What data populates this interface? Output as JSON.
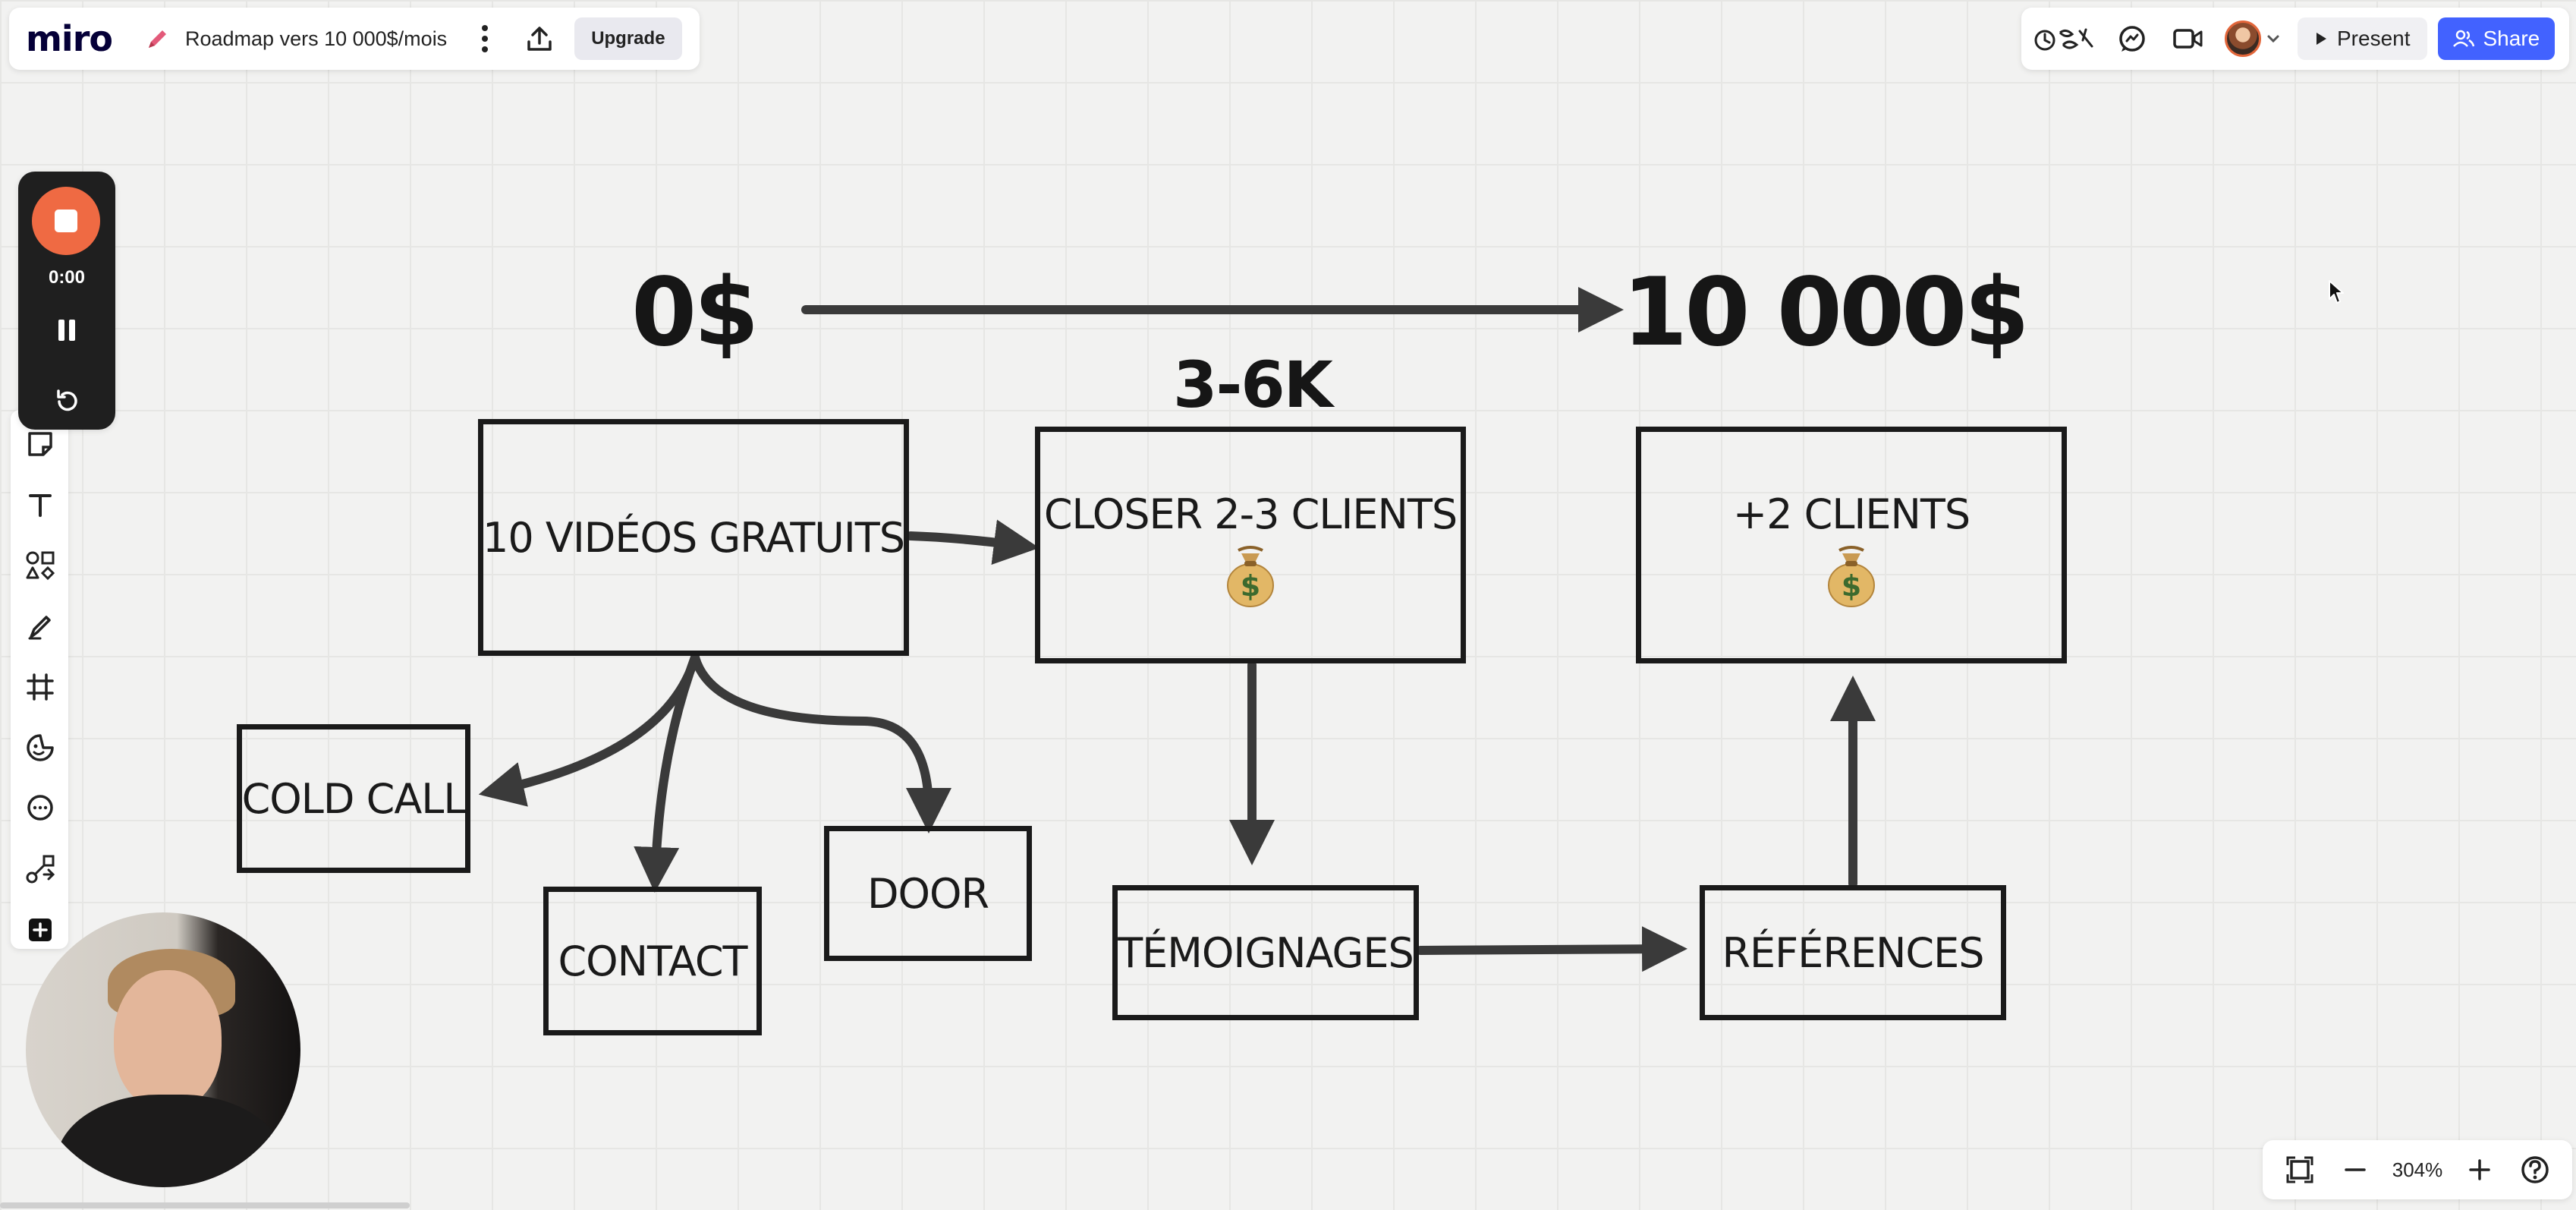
{
  "app": {
    "logo": "miro",
    "board_title": "Roadmap vers 10 000$/mois",
    "upgrade_label": "Upgrade",
    "present_label": "Present",
    "share_label": "Share",
    "reaction_icon": "reactions-icon"
  },
  "recorder": {
    "time": "0:00"
  },
  "zoom": {
    "level": "304%"
  },
  "board": {
    "start_amount": "0$",
    "goal_amount": "10 000$",
    "milestone_amount": "3-6K",
    "nodes": {
      "videos": "10 VIDÉOS GRATUITS",
      "closer": "CLOSER 2-3 CLIENTS",
      "clients": "+2 CLIENTS",
      "cold_call": "COLD CALL",
      "contact": "CONTACT",
      "door": "DOOR",
      "temoignages": "TÉMOIGNAGES",
      "references": "RÉFÉRENCES"
    }
  },
  "colors": {
    "accent": "#4262ff",
    "record": "#ef6a43",
    "ink": "#1a1a1a",
    "arrow": "#3a3a3a",
    "canvas": "#f2f2f1"
  }
}
